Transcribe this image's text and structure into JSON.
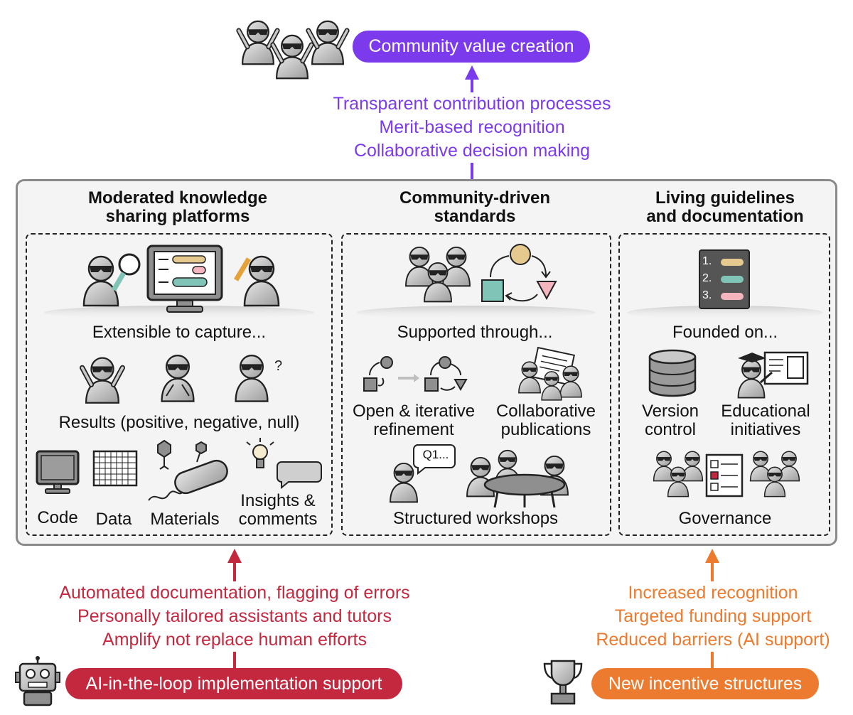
{
  "top": {
    "pill": "Community value creation",
    "items": [
      "Transparent contribution processes",
      "Merit-based recognition",
      "Collaborative decision making"
    ]
  },
  "columns": [
    {
      "title_l1": "Moderated knowledge",
      "title_l2": "sharing platforms",
      "intro": "Extensible to capture...",
      "results": "Results (positive, negative, null)",
      "labels": [
        "Code",
        "Data",
        "Materials",
        "Insights &",
        "comments"
      ]
    },
    {
      "title_l1": "Community-driven",
      "title_l2": "standards",
      "intro": "Supported through...",
      "labels": [
        "Open & iterative",
        "refinement",
        "Collaborative",
        "publications",
        "Structured workshops"
      ],
      "bubble": "Q1..."
    },
    {
      "title_l1": "Living guidelines",
      "title_l2": "and documentation",
      "intro": "Founded on...",
      "list_numbers": [
        "1.",
        "2.",
        "3."
      ],
      "labels": [
        "Version",
        "control",
        "Educational",
        "initiatives",
        "Governance"
      ]
    }
  ],
  "bottom_left": {
    "items": [
      "Automated documentation, flagging of errors",
      "Personally tailored assistants and tutors",
      "Amplify not replace human efforts"
    ],
    "pill": "AI-in-the-loop implementation support"
  },
  "bottom_right": {
    "items": [
      "Increased recognition",
      "Targeted funding support",
      "Reduced barriers (AI support)"
    ],
    "pill": "New incentive structures"
  },
  "colors": {
    "purple": "#7c3aed",
    "red": "#c4283f",
    "orange": "#ec7a2f",
    "gray": "#8a8a8a"
  }
}
